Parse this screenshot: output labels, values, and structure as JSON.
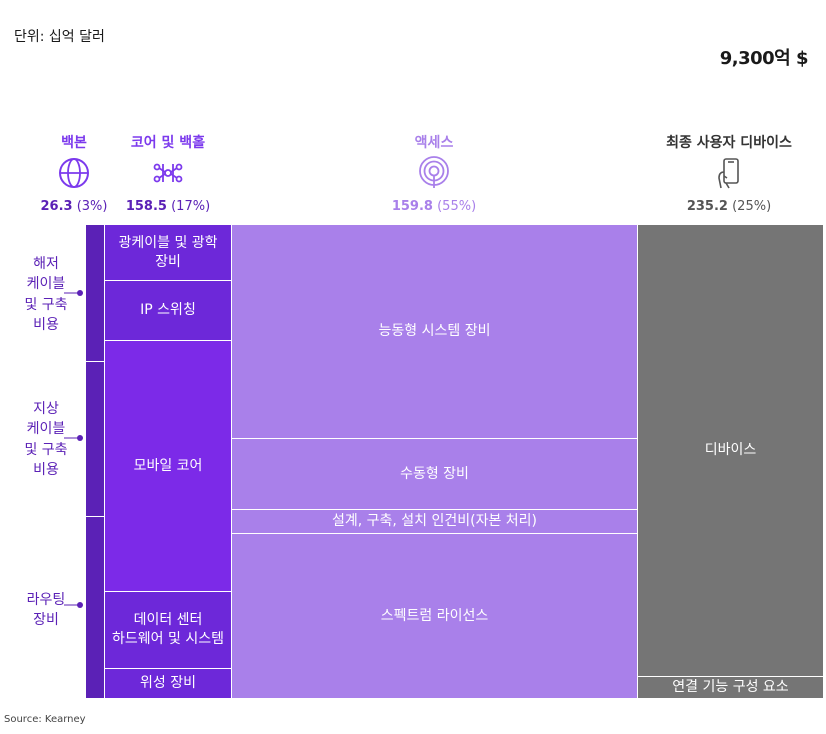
{
  "header": {
    "unit": "단위: 십억 달러",
    "total": "9,300억 $"
  },
  "colors": {
    "dark_purple": "#5b21b6",
    "mid_purple": "#6d28d9",
    "core_purple": "#7c2ae8",
    "access_purple": "#a980ea",
    "device_gray": "#757575",
    "accent_purple": "#7c3aed",
    "gray_text": "#555555"
  },
  "categories": [
    {
      "title": "백본",
      "value": "26.3",
      "pct": "(3%)",
      "icon": "globe-icon"
    },
    {
      "title": "코어 및 백홀",
      "value": "158.5",
      "pct": "(17%)",
      "icon": "network-icon"
    },
    {
      "title": "액세스",
      "value": "159.8",
      "pct": "(55%)",
      "icon": "signal-icon"
    },
    {
      "title": "최종 사용자 디바이스",
      "value": "235.2",
      "pct": "(25%)",
      "icon": "phone-icon"
    }
  ],
  "side_labels": [
    "해저\n케이블\n및 구축\n비용",
    "지상\n케이블\n및 구축\n비용",
    "라우팅\n장비"
  ],
  "cells": {
    "core": [
      "광케이블 및 광학\n장비",
      "IP 스위칭",
      "모바일 코어",
      "데이터 센터\n하드웨어 및 시스템",
      "위성 장비"
    ],
    "access": [
      "능동형  시스템 장비",
      "수동형 장비",
      "설계, 구축, 설치 인건비(자본 처리)",
      "스펙트럼 라이선스"
    ],
    "device": [
      "디바이스",
      "연결 기능 구성 요소"
    ]
  },
  "chart_data": {
    "type": "marimekko",
    "unit": "단위: 십억 달러",
    "total_label": "9,300억 $",
    "columns": [
      {
        "name": "백본",
        "value": 26.3,
        "share_pct": 3,
        "segments": [
          "해저 케이블 및 구축 비용",
          "지상 케이블 및 구축 비용",
          "라우팅 장비"
        ]
      },
      {
        "name": "코어 및 백홀",
        "value": 158.5,
        "share_pct": 17,
        "segments": [
          "광케이블 및 광학 장비",
          "IP 스위칭",
          "모바일 코어",
          "데이터 센터 하드웨어 및 시스템",
          "위성 장비"
        ]
      },
      {
        "name": "액세스",
        "value": 159.8,
        "share_pct": 55,
        "segments": [
          "능동형 시스템 장비",
          "수동형 장비",
          "설계, 구축, 설치 인건비(자본 처리)",
          "스펙트럼 라이선스"
        ]
      },
      {
        "name": "최종 사용자 디바이스",
        "value": 235.2,
        "share_pct": 25,
        "segments": [
          "디바이스",
          "연결 기능 구성 요소"
        ]
      }
    ]
  },
  "source": "Source: Kearney"
}
